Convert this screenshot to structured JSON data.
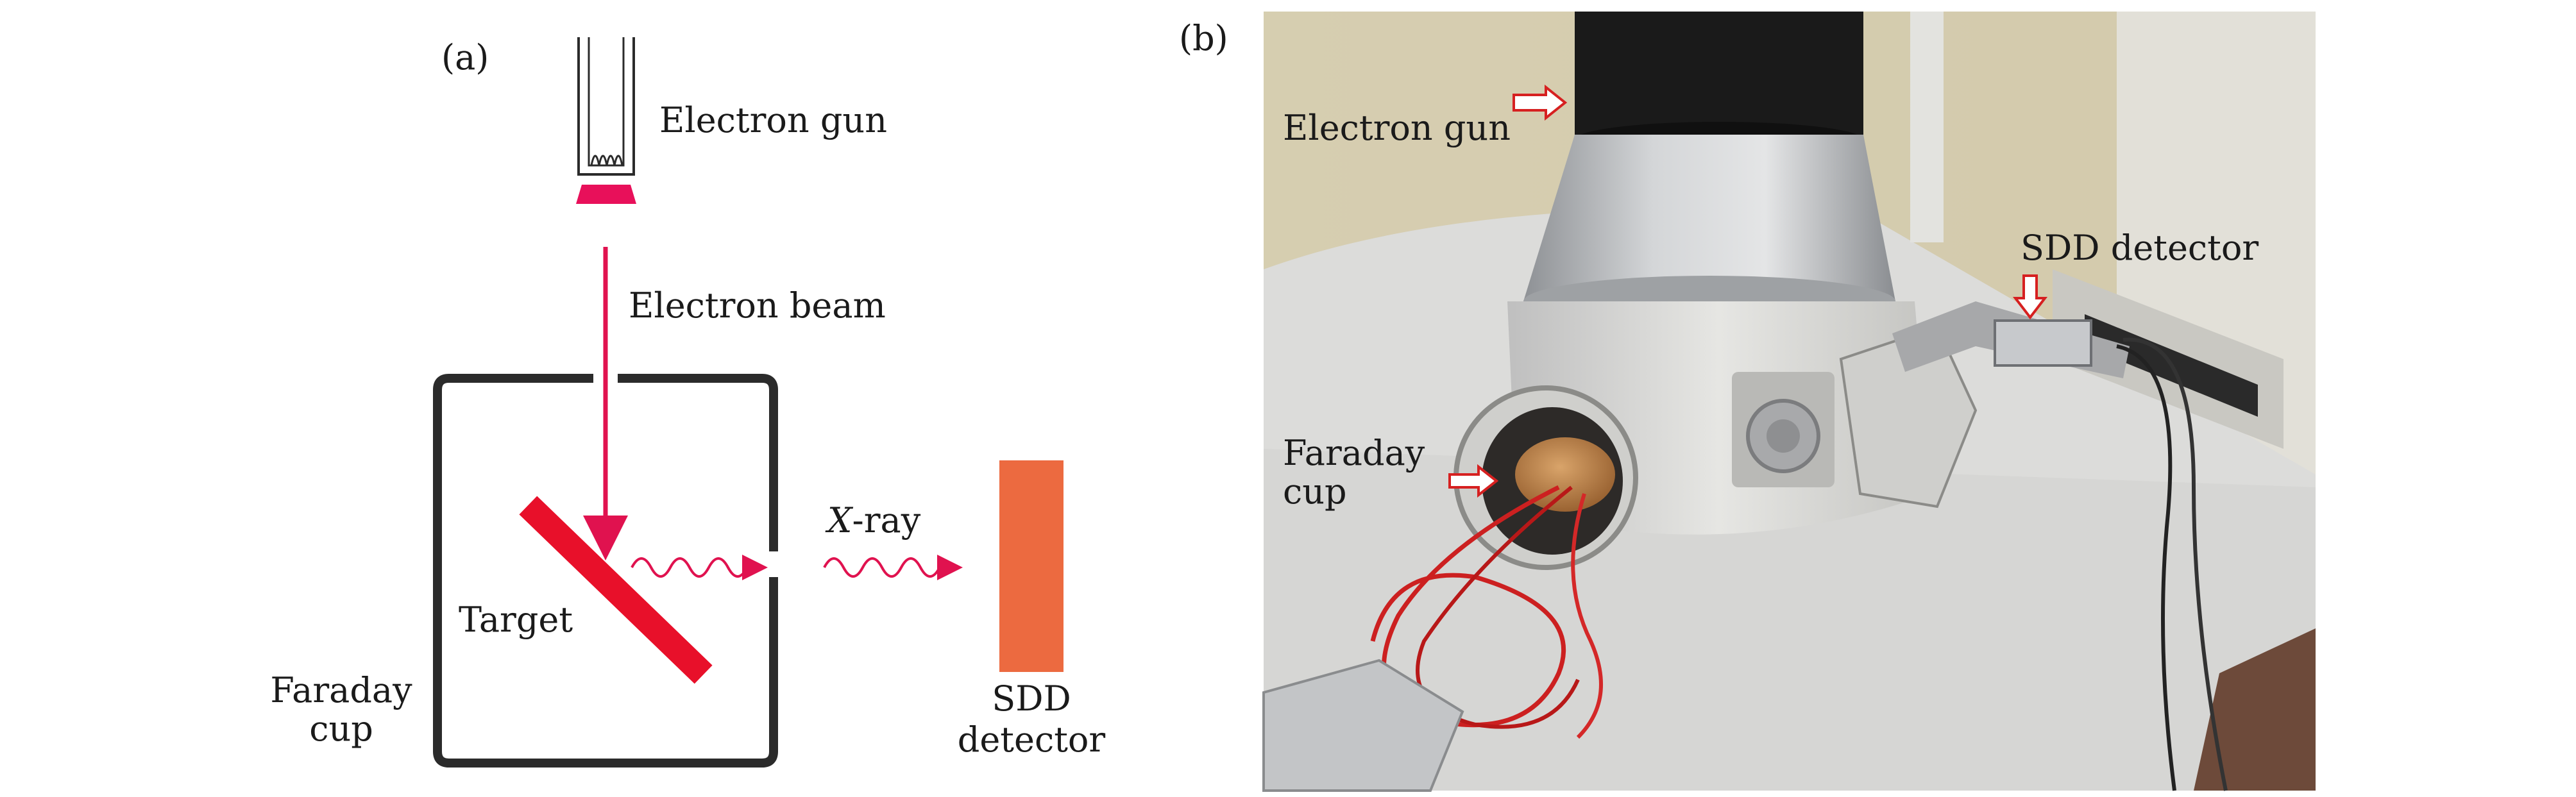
{
  "panel_a": {
    "label": "(a)",
    "electron_gun": "Electron gun",
    "electron_beam": "Electron beam",
    "target": "Target",
    "xray_italic": "X",
    "xray_rest": "-ray",
    "faraday_line1": "Faraday",
    "faraday_line2": "cup",
    "sdd_line1": "SDD",
    "sdd_line2": "detector"
  },
  "panel_b": {
    "label": "(b)",
    "electron_gun": "Electron gun",
    "sdd_detector": "SDD detector",
    "faraday_line1": "Faraday",
    "faraday_line2": "cup"
  },
  "colors": {
    "beam": "#e0124f",
    "target": "#e8102a",
    "detector": "#ec6a40",
    "cathode": "#e8105a",
    "cup": "#2b2b2b"
  }
}
